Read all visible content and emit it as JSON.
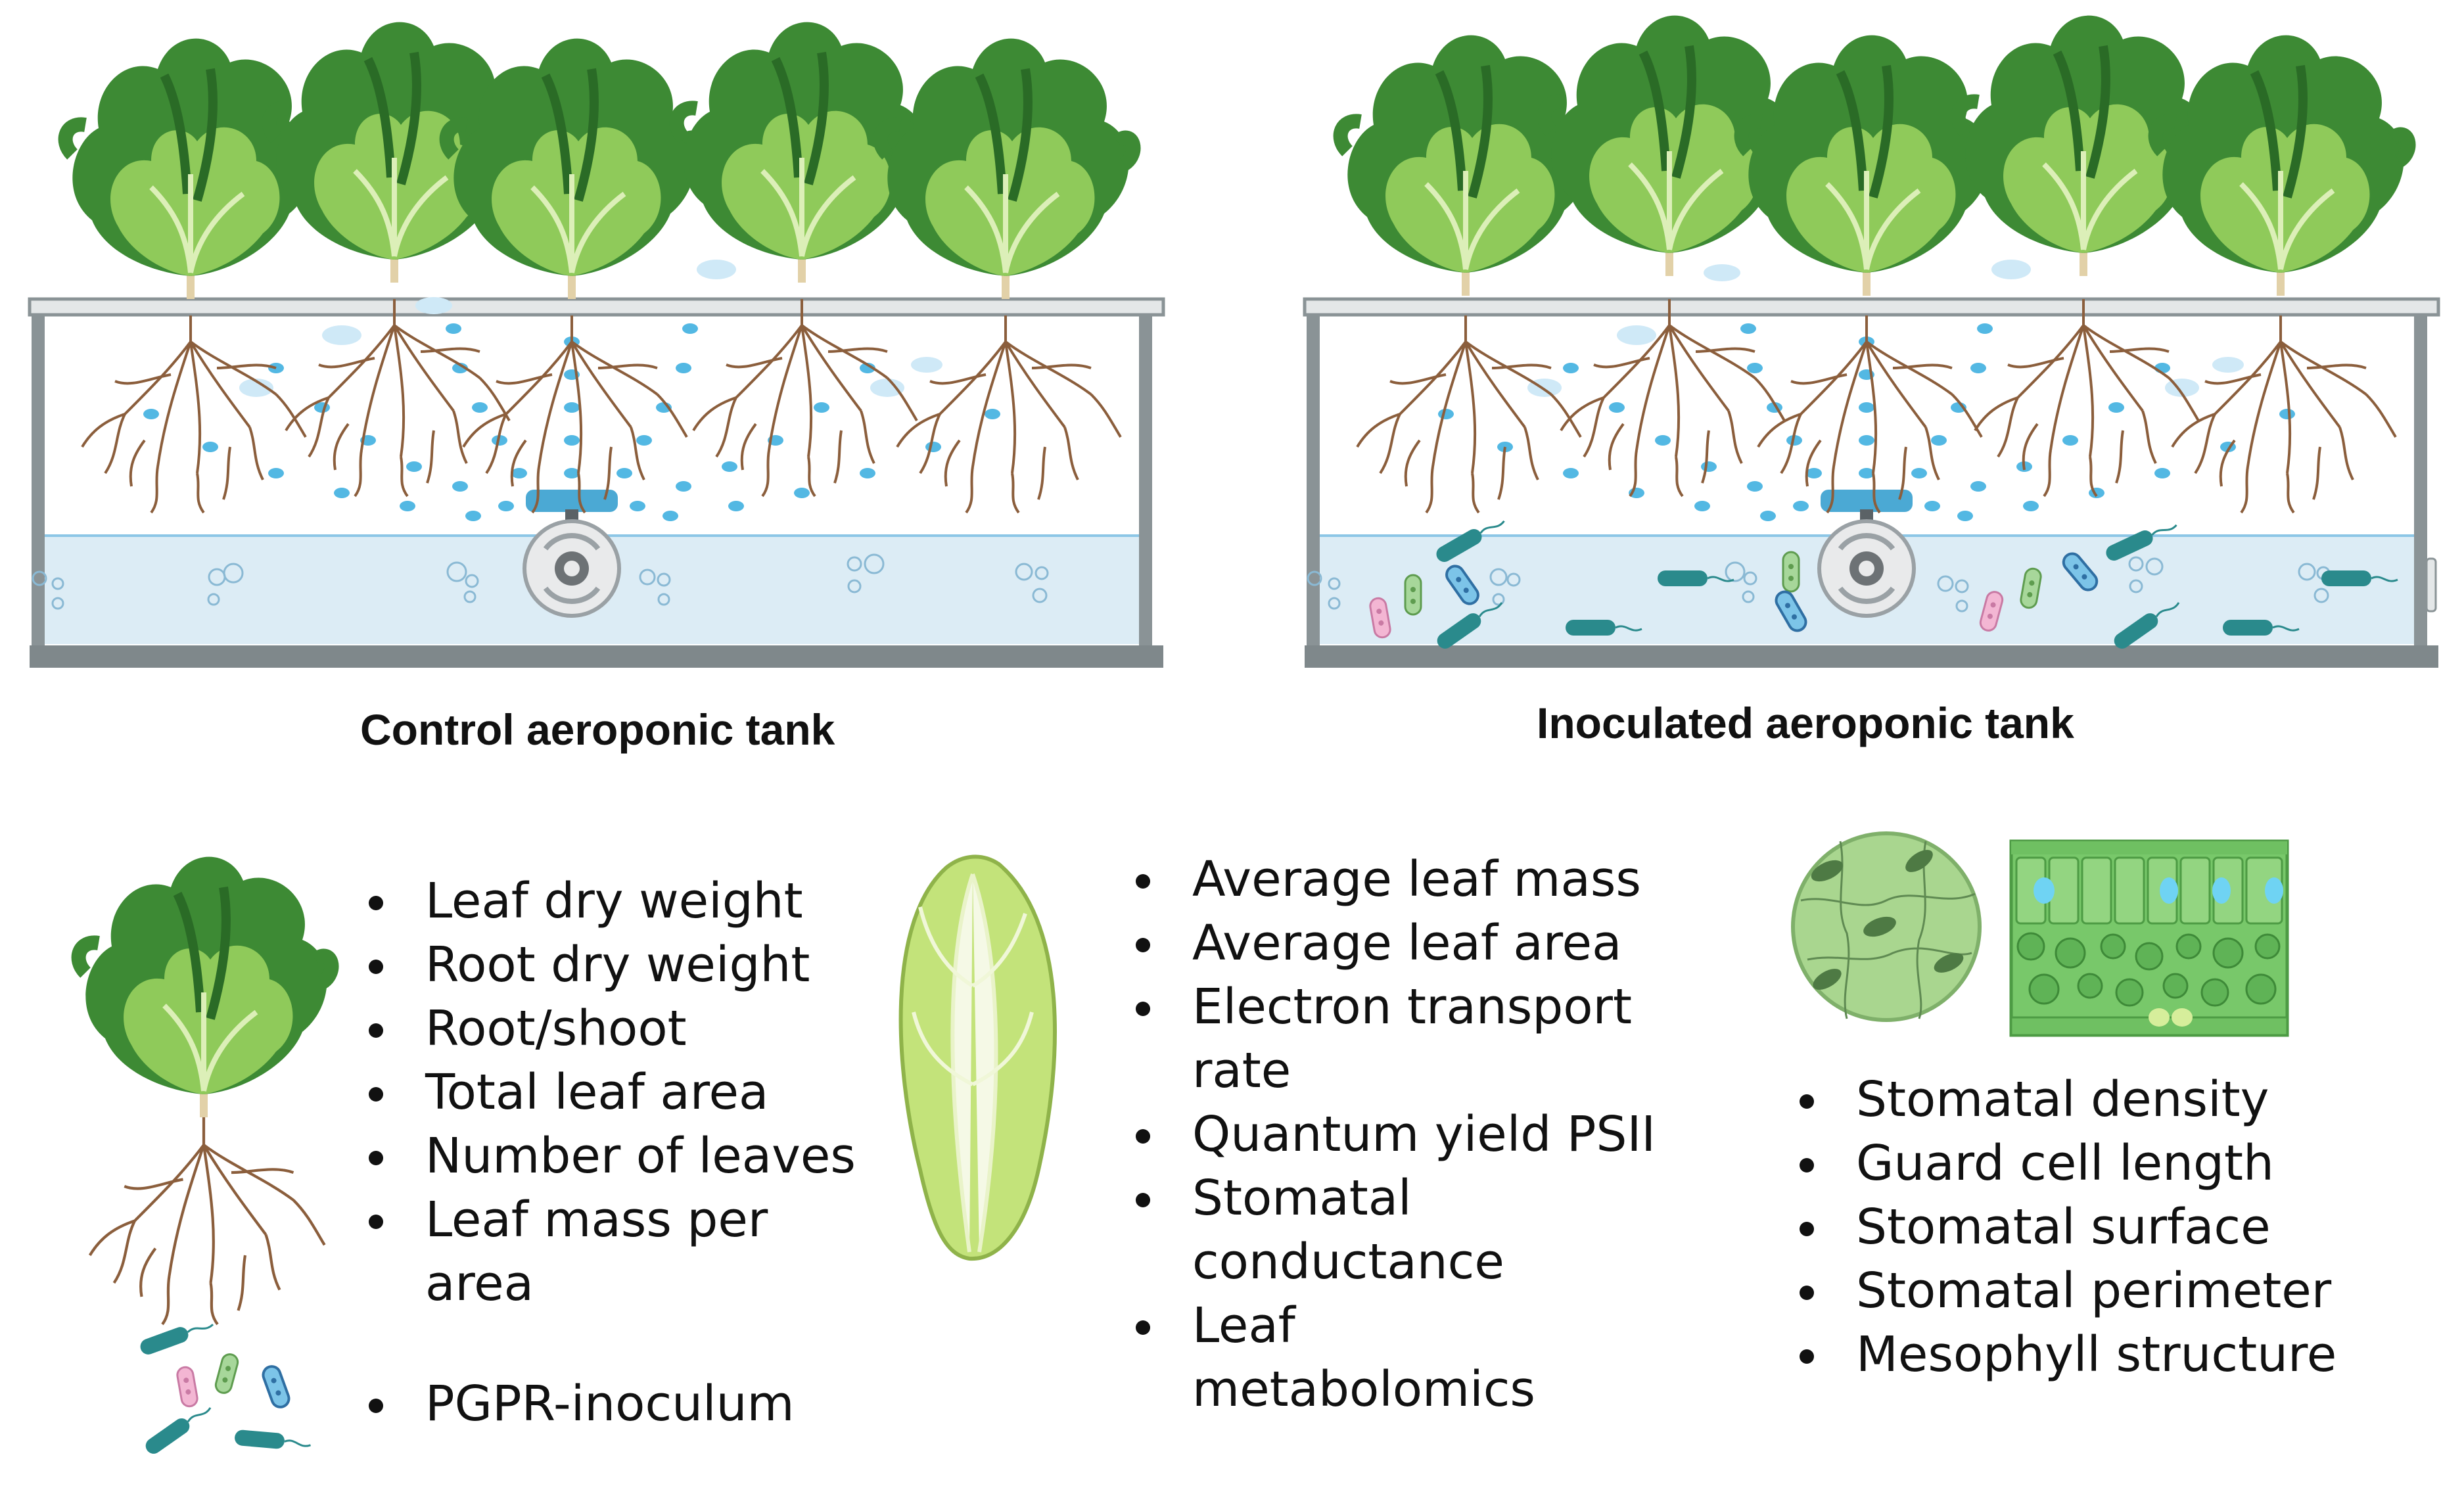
{
  "figure": {
    "control_tank_label": "Control aeroponic tank",
    "inoculated_tank_label": "Inoculated aeroponic tank",
    "plant_list": [
      "Leaf dry weight",
      "Root dry weight",
      "Root/shoot",
      "Total leaf area",
      "Number of leaves",
      "Leaf mass per area"
    ],
    "inoculum_list": [
      "PGPR-inoculum"
    ],
    "leaf_list": [
      "Average leaf mass",
      "Average leaf area",
      "Electron transport rate",
      "Quantum yield PSII",
      "Stomatal conductance",
      "Leaf metabolomics"
    ],
    "stomata_list": [
      "Stomatal density",
      "Guard cell length",
      "Stomatal surface",
      "Stomatal perimeter",
      "Mesophyll structure"
    ]
  },
  "colors": {
    "frame": "#8a9396",
    "water": "#dcecf5",
    "droplet": "#53b8e3",
    "pump": "#4ba9d4",
    "leaf_dark": "#3d8a34",
    "leaf_light": "#8fca5a",
    "root": "#8b5e3c",
    "bacteria_teal": "#2a8a8c"
  },
  "icons": [
    "lettuce-plant-icon",
    "pump-icon",
    "bacteria-icon",
    "endive-leaf-icon",
    "leaf-epidermis-icon",
    "leaf-cross-section-icon"
  ]
}
